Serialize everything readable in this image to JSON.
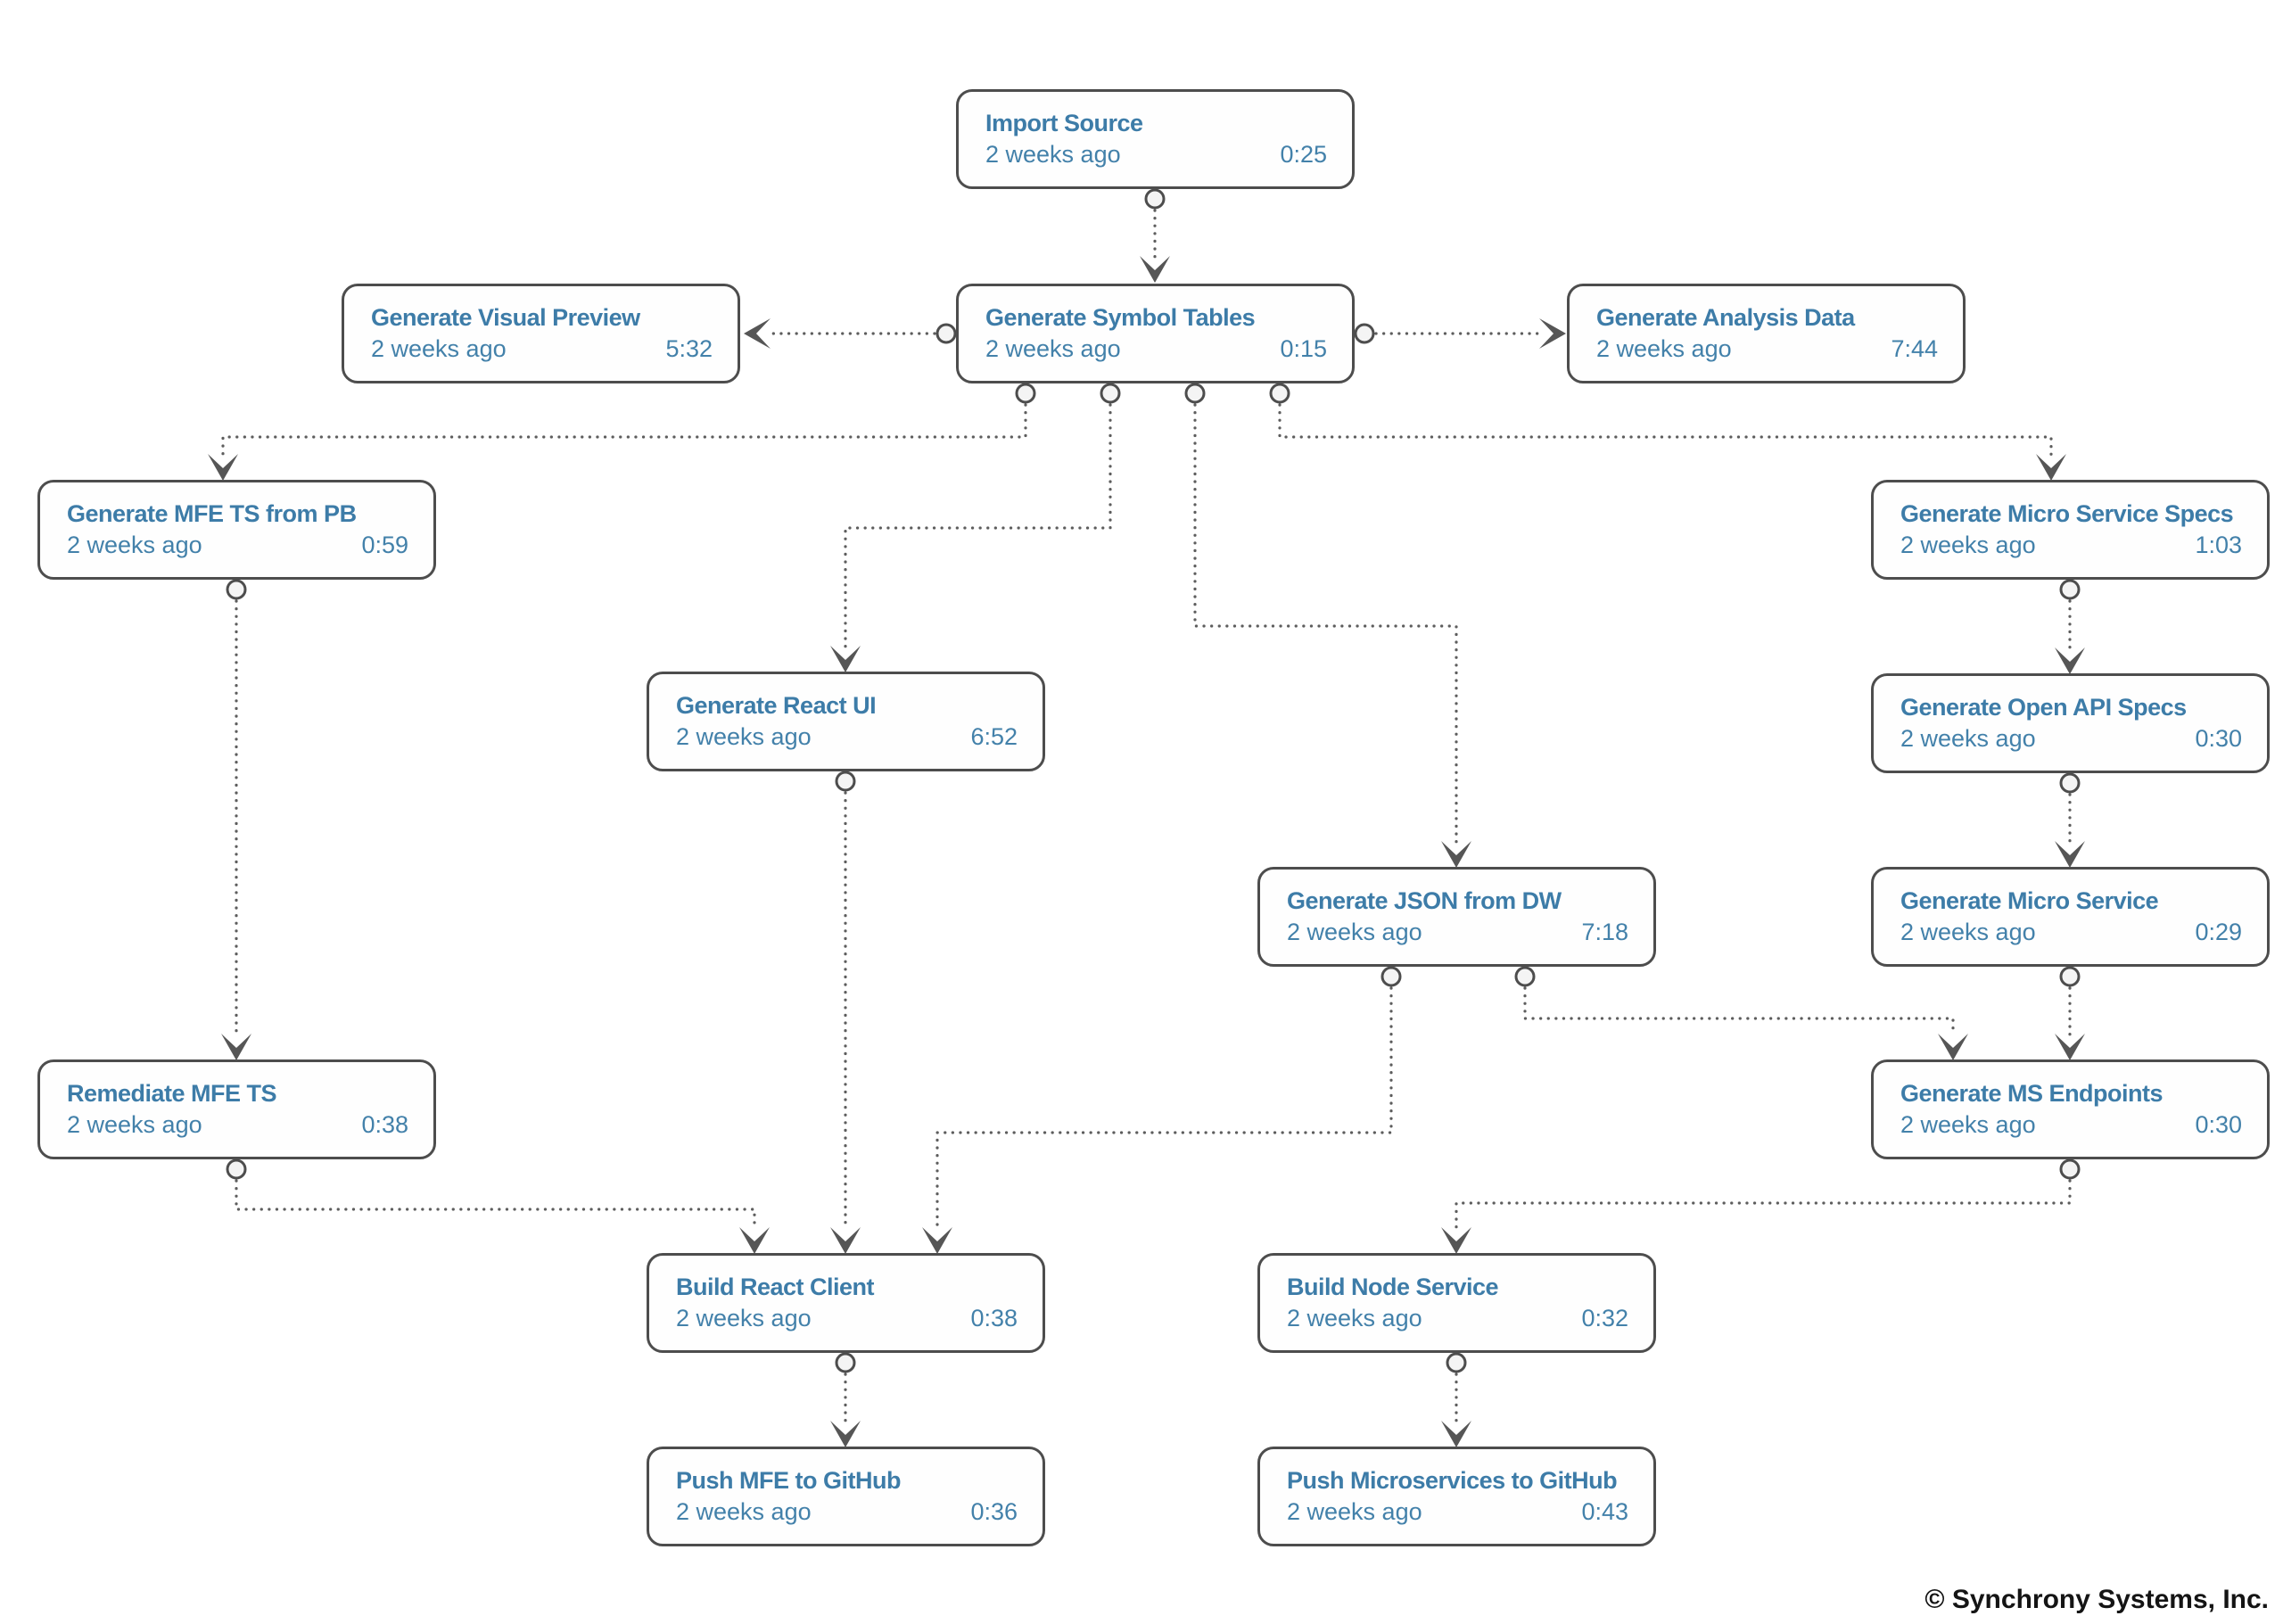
{
  "diagram": {
    "nodes": [
      {
        "id": "import-source",
        "title": "Import Source",
        "updated": "2 weeks ago",
        "duration": "0:25"
      },
      {
        "id": "generate-symbol-tables",
        "title": "Generate Symbol Tables",
        "updated": "2 weeks ago",
        "duration": "0:15"
      },
      {
        "id": "generate-visual-preview",
        "title": "Generate Visual Preview",
        "updated": "2 weeks ago",
        "duration": "5:32"
      },
      {
        "id": "generate-analysis-data",
        "title": "Generate Analysis Data",
        "updated": "2 weeks ago",
        "duration": "7:44"
      },
      {
        "id": "generate-mfe-ts-from-pb",
        "title": "Generate MFE TS from PB",
        "updated": "2 weeks ago",
        "duration": "0:59"
      },
      {
        "id": "generate-micro-service-specs",
        "title": "Generate Micro Service Specs",
        "updated": "2 weeks ago",
        "duration": "1:03"
      },
      {
        "id": "generate-react-ui",
        "title": "Generate React UI",
        "updated": "2 weeks ago",
        "duration": "6:52"
      },
      {
        "id": "generate-open-api-specs",
        "title": "Generate Open API Specs",
        "updated": "2 weeks ago",
        "duration": "0:30"
      },
      {
        "id": "generate-json-from-dw",
        "title": "Generate JSON from DW",
        "updated": "2 weeks ago",
        "duration": "7:18"
      },
      {
        "id": "generate-micro-service",
        "title": "Generate Micro Service",
        "updated": "2 weeks ago",
        "duration": "0:29"
      },
      {
        "id": "remediate-mfe-ts",
        "title": "Remediate MFE TS",
        "updated": "2 weeks ago",
        "duration": "0:38"
      },
      {
        "id": "generate-ms-endpoints",
        "title": "Generate MS Endpoints",
        "updated": "2 weeks ago",
        "duration": "0:30"
      },
      {
        "id": "build-react-client",
        "title": "Build React Client",
        "updated": "2 weeks ago",
        "duration": "0:38"
      },
      {
        "id": "build-node-service",
        "title": "Build Node Service",
        "updated": "2 weeks ago",
        "duration": "0:32"
      },
      {
        "id": "push-mfe-to-github",
        "title": "Push MFE to GitHub",
        "updated": "2 weeks ago",
        "duration": "0:36"
      },
      {
        "id": "push-microservices-to-github",
        "title": "Push Microservices to GitHub",
        "updated": "2 weeks ago",
        "duration": "0:43"
      }
    ],
    "edges": [
      {
        "from": "import-source",
        "to": "generate-symbol-tables"
      },
      {
        "from": "generate-symbol-tables",
        "to": "generate-visual-preview"
      },
      {
        "from": "generate-symbol-tables",
        "to": "generate-analysis-data"
      },
      {
        "from": "generate-symbol-tables",
        "to": "generate-mfe-ts-from-pb"
      },
      {
        "from": "generate-symbol-tables",
        "to": "generate-react-ui"
      },
      {
        "from": "generate-symbol-tables",
        "to": "generate-json-from-dw"
      },
      {
        "from": "generate-symbol-tables",
        "to": "generate-micro-service-specs"
      },
      {
        "from": "generate-mfe-ts-from-pb",
        "to": "remediate-mfe-ts"
      },
      {
        "from": "generate-micro-service-specs",
        "to": "generate-open-api-specs"
      },
      {
        "from": "generate-open-api-specs",
        "to": "generate-micro-service"
      },
      {
        "from": "generate-micro-service",
        "to": "generate-ms-endpoints"
      },
      {
        "from": "generate-json-from-dw",
        "to": "generate-ms-endpoints"
      },
      {
        "from": "generate-json-from-dw",
        "to": "build-react-client"
      },
      {
        "from": "generate-react-ui",
        "to": "build-react-client"
      },
      {
        "from": "remediate-mfe-ts",
        "to": "build-react-client"
      },
      {
        "from": "generate-ms-endpoints",
        "to": "build-node-service"
      },
      {
        "from": "build-react-client",
        "to": "push-mfe-to-github"
      },
      {
        "from": "build-node-service",
        "to": "push-microservices-to-github"
      }
    ]
  },
  "footer": {
    "copyright": "© Synchrony Systems, Inc."
  },
  "colors": {
    "node_border": "#4d4d4d",
    "title_text": "#3d7ca8",
    "meta_text": "#4381aa",
    "connector": "#5d5d5d",
    "arrowhead": "#565656",
    "port_fill": "#f4f4f4",
    "background": "#ffffff",
    "footer_text": "#141414"
  }
}
